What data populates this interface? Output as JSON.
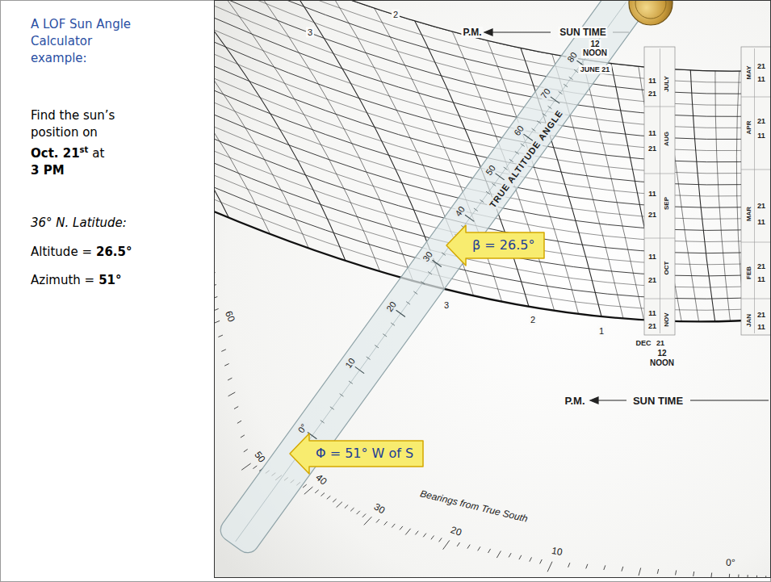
{
  "diagram": {
    "title": "A LOF Sun Angle Calculator example:",
    "nodes": [
      {
        "text": [
          "β = 26.5°"
        ]
      },
      {
        "text": [
          "Φ = 51° W of S"
        ]
      }
    ],
    "labels": [
      "Find the sun’s position on",
      "Oct. 21",
      "st",
      "at",
      "3 PM",
      "36° N. Latitude:",
      "Altitude =",
      "26.5°",
      "Azimuth =",
      "51°",
      "P.M.",
      "SUN TIME",
      "12",
      "NOON",
      "JUNE 21",
      "3",
      "2",
      "TRUE ALTITUDE ANGLE",
      "0°",
      "10",
      "20",
      "30",
      "40",
      "50",
      "60",
      "70",
      "80",
      "11",
      "21",
      "JULY",
      "11",
      "21",
      "AUG",
      "11",
      "21",
      "SEP",
      "11",
      "21",
      "OCT",
      "11",
      "21",
      "NOV",
      "21",
      "11",
      "MAY",
      "21",
      "11",
      "APR",
      "21",
      "11",
      "MAR",
      "21",
      "11",
      "FEB",
      "21",
      "11",
      "JAN",
      "DEC",
      "21",
      "12",
      "NOON",
      "P.M.",
      "SUN TIME",
      "3",
      "2",
      "1",
      "60",
      "50",
      "40",
      "30",
      "20",
      "10",
      "0°",
      "Bearings from True South"
    ]
  }
}
